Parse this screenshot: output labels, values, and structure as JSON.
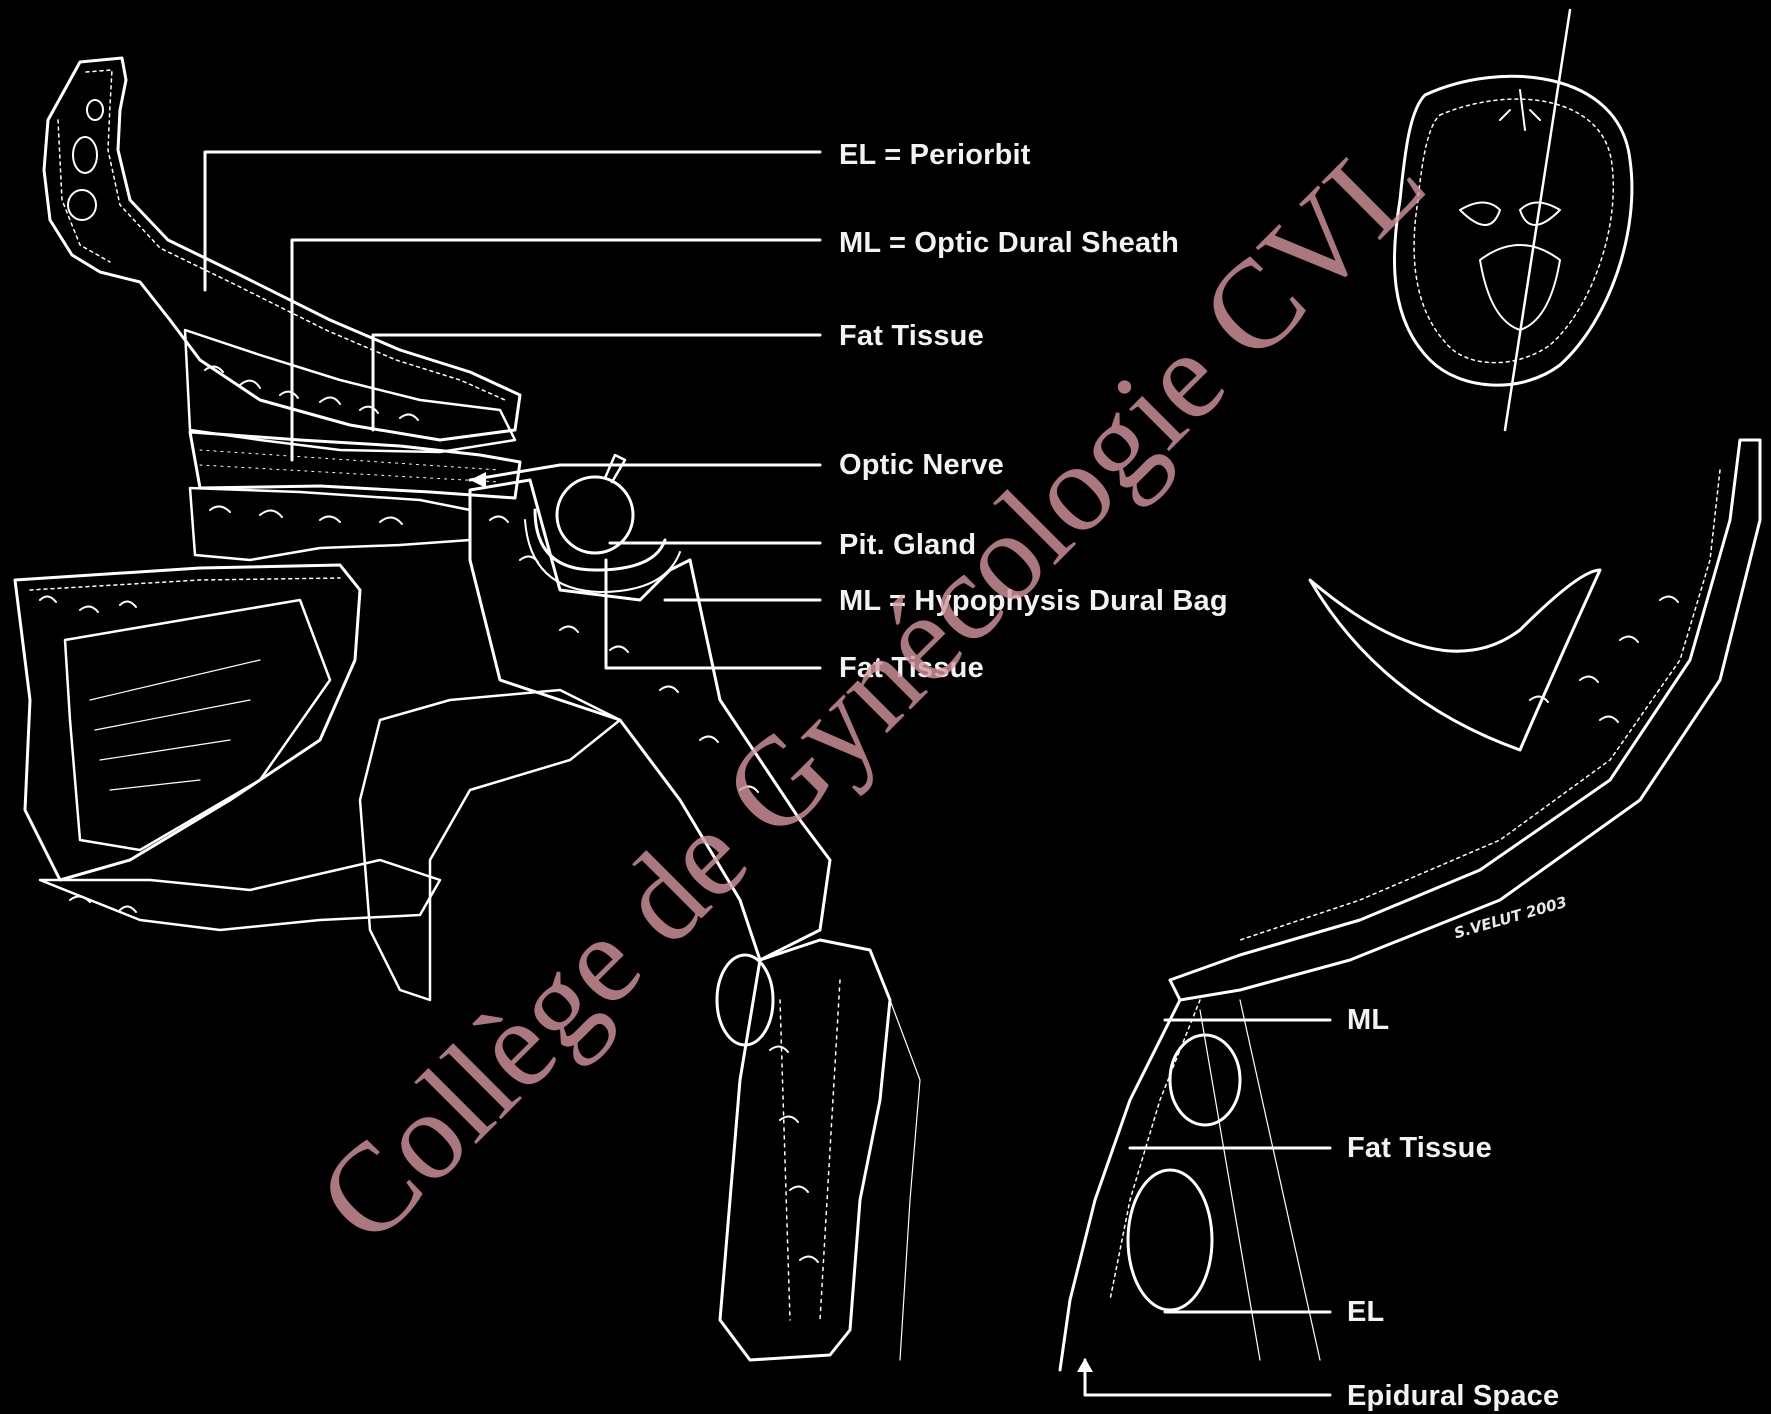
{
  "labels": {
    "el_periorbit": "EL = Periorbit",
    "ml_optic_dural_sheath": "ML = Optic Dural Sheath",
    "fat_tissue_1": "Fat Tissue",
    "optic_nerve": "Optic Nerve",
    "pit_gland": "Pit. Gland",
    "ml_hypophysis_dural_bag": "ML = Hypophysis Dural Bag",
    "fat_tissue_2": "Fat Tissue",
    "ml": "ML",
    "fat_tissue_3": "Fat Tissue",
    "el": "EL",
    "epidural_space": "Epidural Space"
  },
  "signature": "S.VELUT 2003",
  "watermark": "Collège de Gynécologie CVL",
  "colors": {
    "background": "#000000",
    "line_art": "#ffffff",
    "watermark": "#d696a0"
  }
}
